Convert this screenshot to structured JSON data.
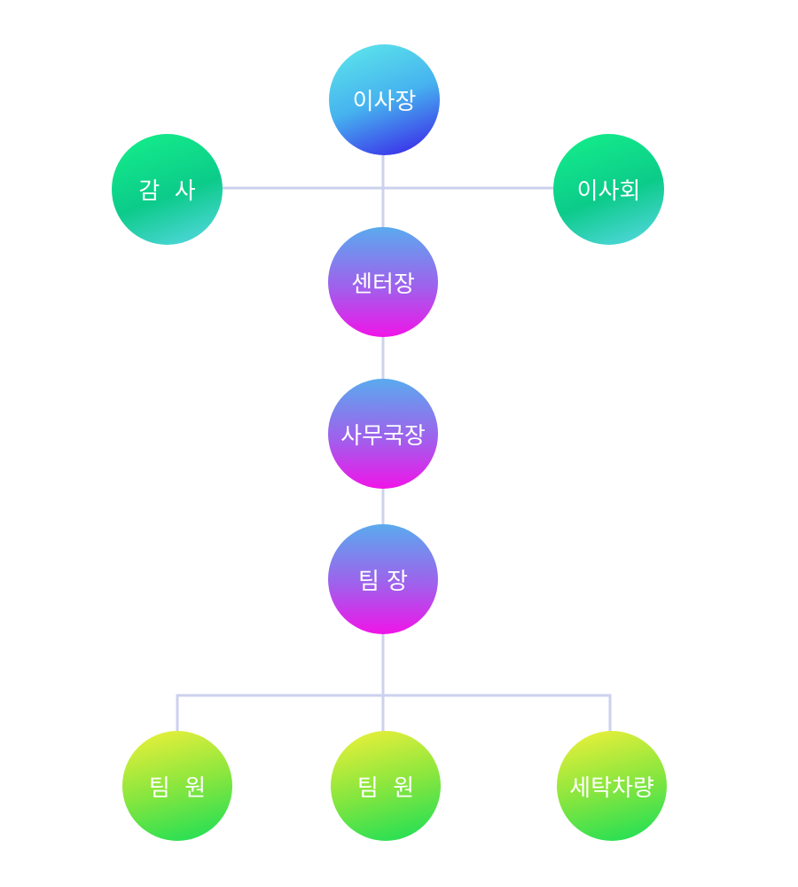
{
  "nodes": {
    "chairman": "이사장",
    "auditor": "감  사",
    "board": "이사회",
    "center_director": "센터장",
    "office_director": "사무국장",
    "team_leader": "팀 장",
    "team_member_1": "팀  원",
    "team_member_2": "팀  원",
    "laundry_vehicle": "세탁차량"
  },
  "colors": {
    "connector": "#ccd1ee",
    "node_text": "#ffffff",
    "blue_gradient": [
      "#5eeaea",
      "#46b2ef",
      "#3a1ae8"
    ],
    "teal_gradient": [
      "#14f08a",
      "#0ccb8a",
      "#5ad8e8"
    ],
    "purple_gradient": [
      "#5aaaee",
      "#a060ec",
      "#f014e8"
    ],
    "green_gradient": [
      "#f2f03a",
      "#8ae63e",
      "#16de58"
    ]
  }
}
